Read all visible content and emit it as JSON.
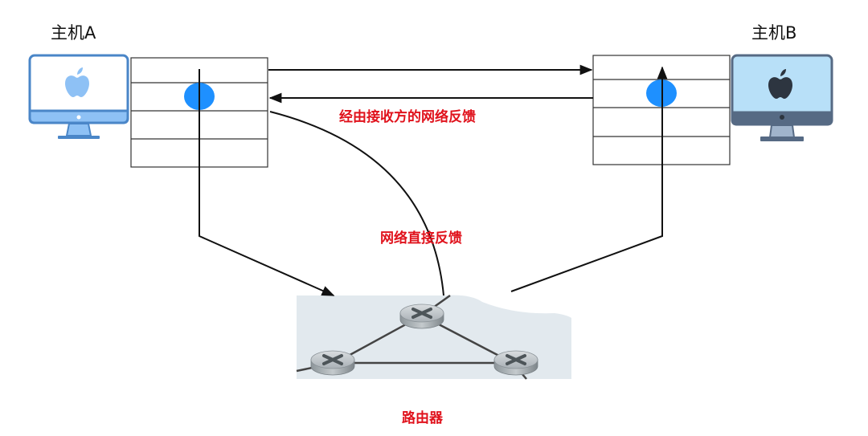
{
  "hosts": {
    "a": {
      "label": "主机A",
      "monitor_color": "#4a86c8",
      "screen_color": "#ffffff",
      "chin_color": "#8ec1f5",
      "logo_color": "#8ec1f5"
    },
    "b": {
      "label": "主机B",
      "monitor_color": "#566a84",
      "screen_color": "#b8e0f8",
      "chin_color": "#566a84",
      "logo_color": "#2d3540"
    }
  },
  "buffers": {
    "rows": 4,
    "packet_color": "#1e90ff"
  },
  "labels": {
    "receiver_feedback": "经由接收方的网络反馈",
    "direct_feedback": "网络直接反馈",
    "router": "路由器"
  },
  "colors": {
    "label_red": "#e0121c",
    "line": "#111111",
    "network_bg": "#e2e9ee"
  },
  "icons": [
    "desktop-computer-icon",
    "apple-logo-icon",
    "router-icon"
  ]
}
